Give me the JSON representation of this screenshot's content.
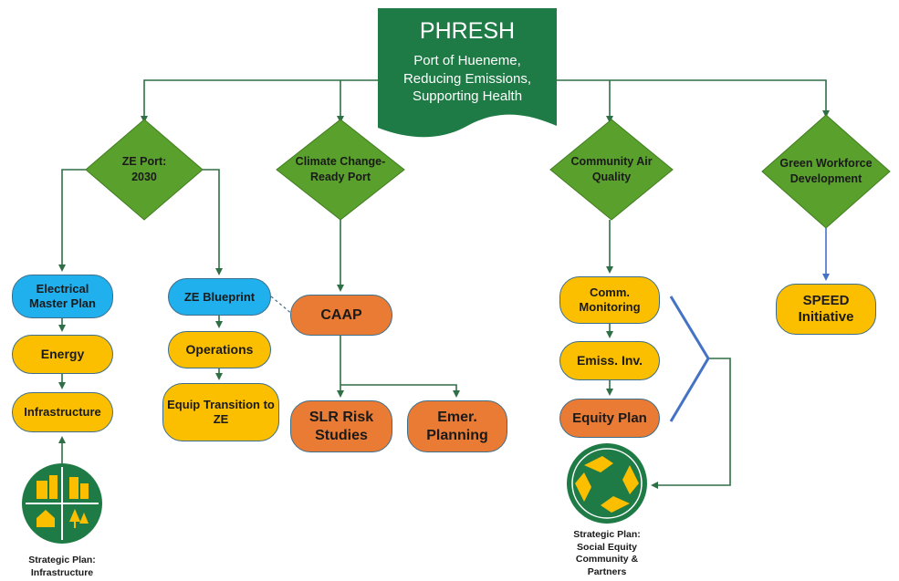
{
  "title": {
    "main": "PHRESH",
    "subtitle": "Port of Hueneme,\nReducing Emissions,\nSupporting Health"
  },
  "branches": [
    {
      "label": "ZE Port:\n2030"
    },
    {
      "label": "Climate Change-\nReady Port"
    },
    {
      "label": "Community Air\nQuality"
    },
    {
      "label": "Green Workforce\nDevelopment"
    }
  ],
  "nodes": {
    "electrical_master_plan": "Electrical\nMaster Plan",
    "energy": "Energy",
    "infrastructure": "Infrastructure",
    "ze_blueprint": "ZE Blueprint",
    "operations": "Operations",
    "equip_transition": "Equip Transition to\nZE",
    "caap": "CAAP",
    "slr_risk": "SLR Risk\nStudies",
    "emer_planning": "Emer.\nPlanning",
    "comm_monitoring": "Comm.\nMonitoring",
    "emiss_inv": "Emiss. Inv.",
    "equity_plan": "Equity Plan",
    "speed": "SPEED\nInitiative"
  },
  "captions": {
    "infrastructure_plan": "Strategic Plan:\nInfrastructure",
    "social_equity_plan": "Strategic Plan:\nSocial Equity\nCommunity &\nPartners"
  },
  "icons": {
    "infrastructure": "city-buildings-icon",
    "social_equity": "joined-hands-icon"
  },
  "colors": {
    "green": "#1e7b45",
    "diamond": "#5aa02c",
    "blue": "#21b0ee",
    "yellow": "#fcbf00",
    "orange": "#ea7b34",
    "line": "#2f6f45",
    "brace": "#4472c4"
  }
}
